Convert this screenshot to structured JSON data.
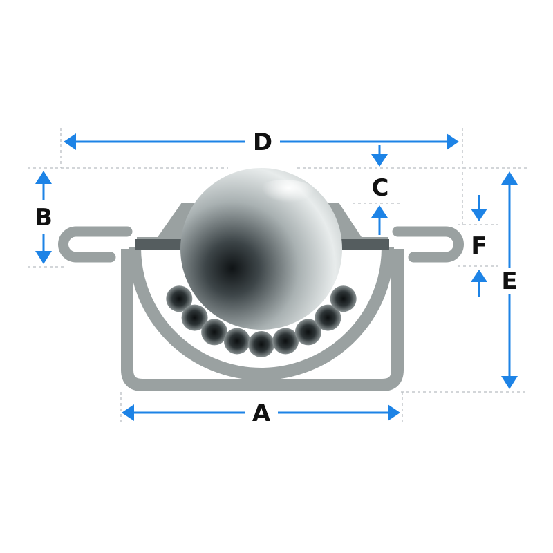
{
  "dimensions": {
    "a": "A",
    "b": "B",
    "c": "C",
    "d": "D",
    "e": "E",
    "f": "F"
  },
  "colors": {
    "arrow": "#1d83e6",
    "housing": "#9aa1a1",
    "flange_band": "#555d5f",
    "guide": "#b9bec2",
    "label": "#111111"
  },
  "balls": {
    "support_ball_count": 9
  }
}
